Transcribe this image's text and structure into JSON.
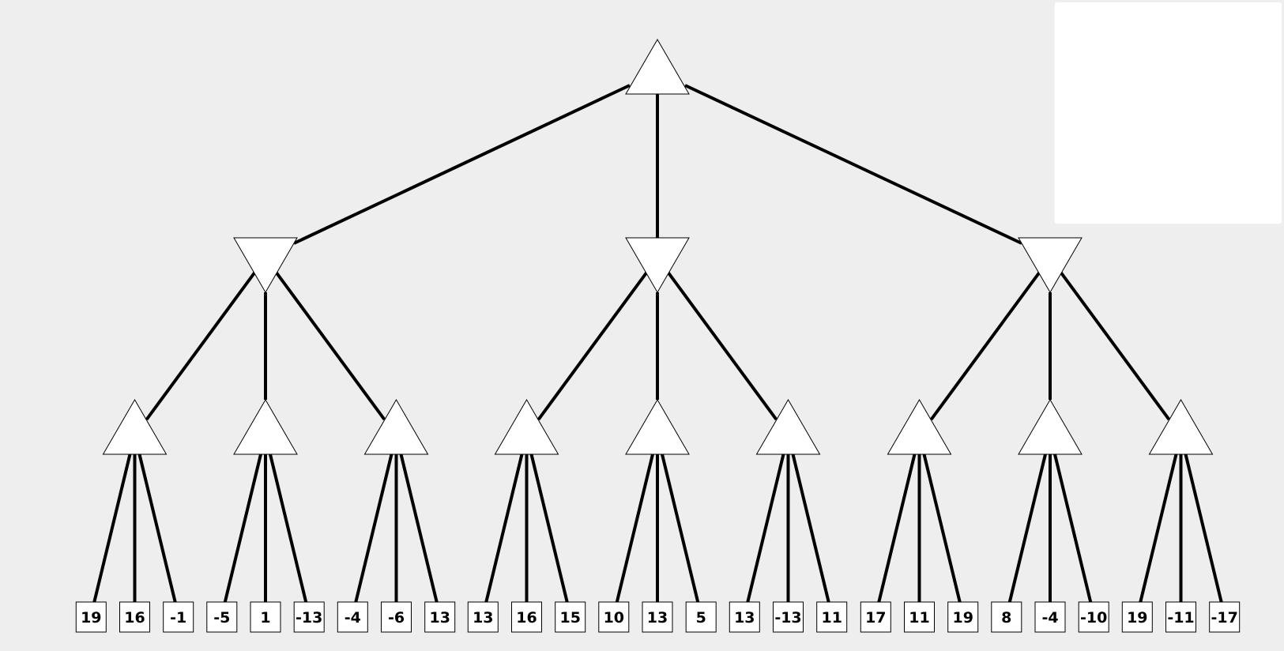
{
  "tree": {
    "type": "max",
    "children": [
      {
        "type": "min",
        "children": [
          {
            "type": "max",
            "leaves": [
              "19",
              "16",
              "-1"
            ]
          },
          {
            "type": "max",
            "leaves": [
              "-5",
              "1",
              "-13"
            ]
          },
          {
            "type": "max",
            "leaves": [
              "-4",
              "-6",
              "13"
            ]
          }
        ]
      },
      {
        "type": "min",
        "children": [
          {
            "type": "max",
            "leaves": [
              "13",
              "16",
              "15"
            ]
          },
          {
            "type": "max",
            "leaves": [
              "10",
              "13",
              "5"
            ]
          },
          {
            "type": "max",
            "leaves": [
              "13",
              "-13",
              "11"
            ]
          }
        ]
      },
      {
        "type": "min",
        "children": [
          {
            "type": "max",
            "leaves": [
              "17",
              "11",
              "19"
            ]
          },
          {
            "type": "max",
            "leaves": [
              "8",
              "-4",
              "-10"
            ]
          },
          {
            "type": "max",
            "leaves": [
              "19",
              "-11",
              "-17"
            ]
          }
        ]
      }
    ]
  },
  "panel": {
    "background": "#ffffff"
  },
  "colors": {
    "background": "#eeeeee",
    "edge": "#000000",
    "node_fill": "#ffffff"
  }
}
